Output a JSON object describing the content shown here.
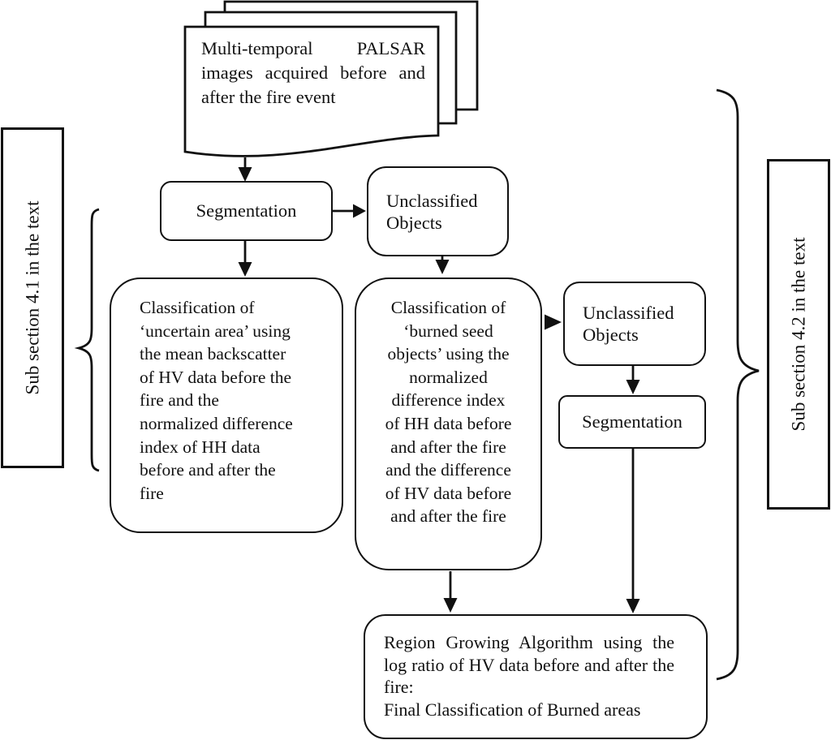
{
  "figure": {
    "type": "flowchart",
    "ink_color": "#111111",
    "background_color": "#ffffff"
  },
  "nodes": {
    "source_document": "Multi-temporal PALSAR images acquired before and after the fire event",
    "segmentation_left": "Segmentation",
    "unclassified_top": "Unclassified\nObjects",
    "classification_uncertain": "Classification of\n‘uncertain area’ using\nthe mean backscatter\nof HV data before the\nfire and the\nnormalized difference\nindex of HH data\nbefore and after the\nfire",
    "classification_burned_seed": "Classification of\n‘burned seed\nobjects’ using the\nnormalized\ndifference index\nof HH data before\nand after the fire\nand the difference\nof HV data before\nand after the fire",
    "unclassified_right": "Unclassified\nObjects",
    "segmentation_right": "Segmentation",
    "final_classification": {
      "main": "Region Growing Algorithm using the log ratio of HV data before and after the fire:",
      "result": "Final Classification of Burned areas"
    }
  },
  "annotations": {
    "left_section_label": "Sub section 4.1 in the text",
    "right_section_label": "Sub section 4.2 in the text"
  }
}
